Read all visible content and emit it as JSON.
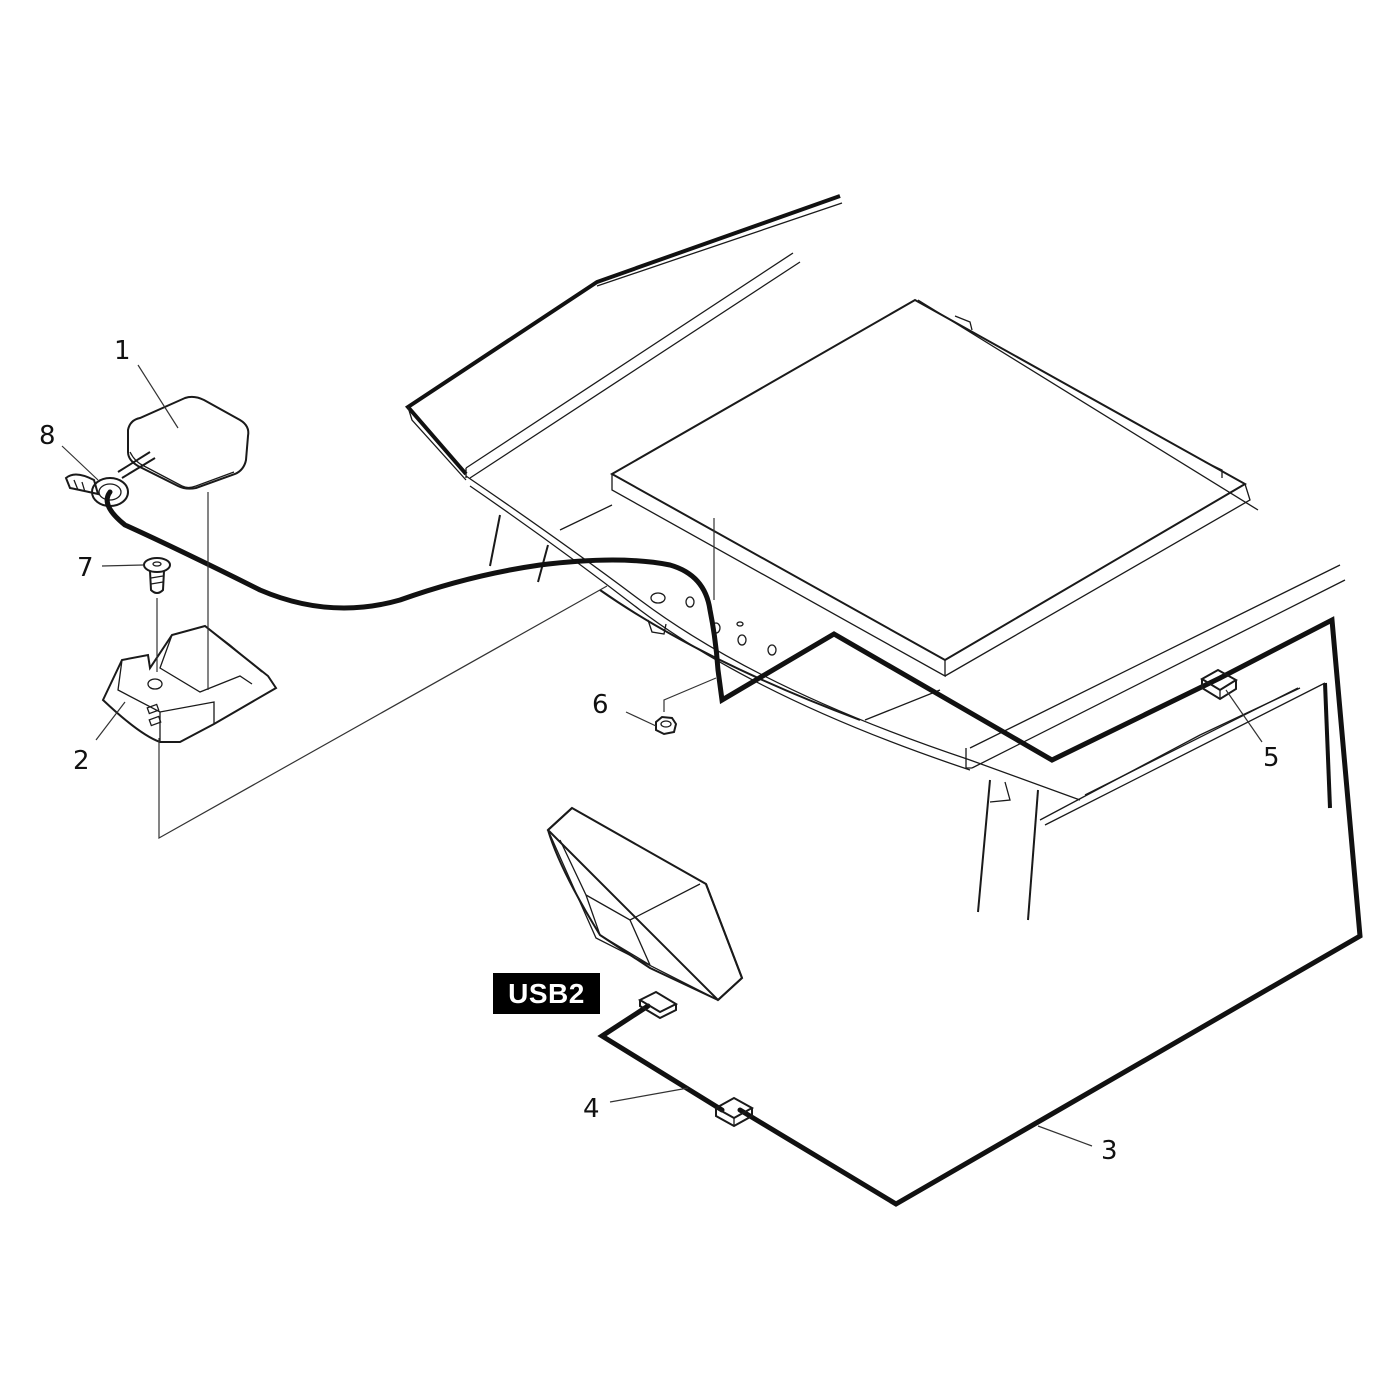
{
  "callouts": {
    "c1": "1",
    "c2": "2",
    "c3": "3",
    "c4": "4",
    "c5": "5",
    "c6": "6",
    "c7": "7",
    "c8": "8"
  },
  "badge": {
    "usb_label": "USB2"
  },
  "colors": {
    "line": "#111111",
    "background": "#ffffff",
    "badge_bg": "#000000",
    "badge_text": "#ffffff"
  }
}
